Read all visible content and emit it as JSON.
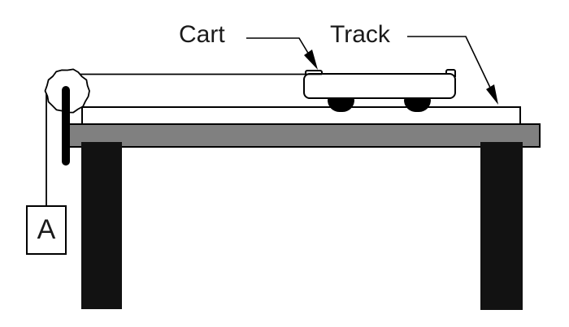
{
  "diagram": {
    "title": "cart-track-pulley apparatus",
    "labels": {
      "cart": "Cart",
      "track": "Track",
      "hanging_mass": "A"
    },
    "components": [
      "cart with two wheels on track",
      "track on table top",
      "table with two legs",
      "pulley clamped at left end of track",
      "string over pulley connecting cart to hanging mass A"
    ],
    "colors": {
      "background": "#ffffff",
      "table_top": "#808080",
      "legs": "#121212",
      "outline": "#000000",
      "text": "#1a1a1a"
    }
  }
}
